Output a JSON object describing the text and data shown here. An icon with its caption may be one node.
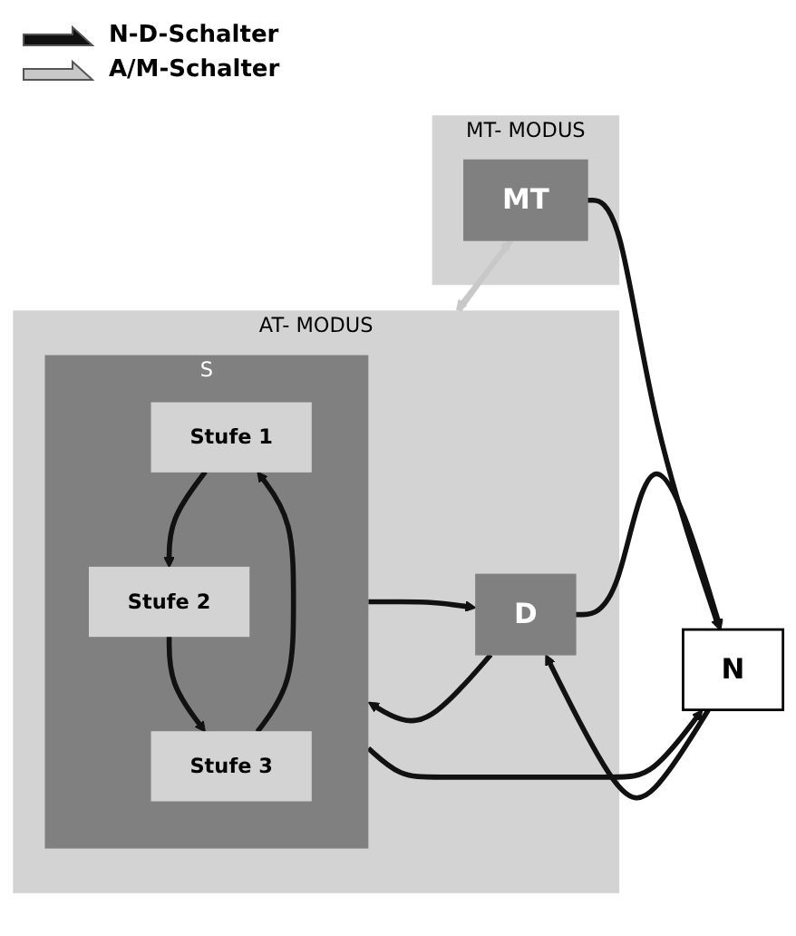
{
  "diagram": {
    "nodes": [
      {
        "text": [
          "AT- MODUS"
        ]
      },
      {
        "text": [
          "D"
        ],
        "in": 0
      },
      {
        "text": [
          "S"
        ],
        "in": 0
      },
      {
        "text": [
          "Stufe 1"
        ],
        "in": 2
      },
      {
        "text": [
          "Stufe 2"
        ],
        "in": 2
      },
      {
        "text": [
          "Stufe 3"
        ],
        "in": 2
      },
      {
        "text": [
          "MT- MODUS"
        ]
      },
      {
        "text": [
          "MT"
        ],
        "in": 6
      },
      {
        "text": [
          "N"
        ]
      }
    ],
    "edges": [
      {
        "from": 1,
        "to": 8,
        "arrow": "to"
      },
      {
        "from": 8,
        "to": 1,
        "arrow": "to"
      },
      {
        "from": 1,
        "to": 2,
        "arrow": "to"
      },
      {
        "from": 2,
        "to": 1,
        "arrow": "to"
      },
      {
        "from": 2,
        "to": 8,
        "arrow": "to"
      },
      {
        "from": 3,
        "to": 4,
        "arrow": "to"
      },
      {
        "from": 4,
        "to": 5,
        "arrow": "to"
      },
      {
        "from": 5,
        "to": 3,
        "arrow": "to"
      },
      {
        "from": 7,
        "to": 0,
        "arrow": "to",
        "color": "#c8c8c8"
      },
      {
        "from": 0,
        "to": 7,
        "arrow": "to",
        "color": "#c8c8c8"
      },
      {
        "from": 7,
        "to": 8,
        "arrow": "to"
      }
    ],
    "legend": [
      {
        "text": "N-D-Schalter"
      },
      {
        "text": "A/M-Schalter"
      }
    ]
  }
}
